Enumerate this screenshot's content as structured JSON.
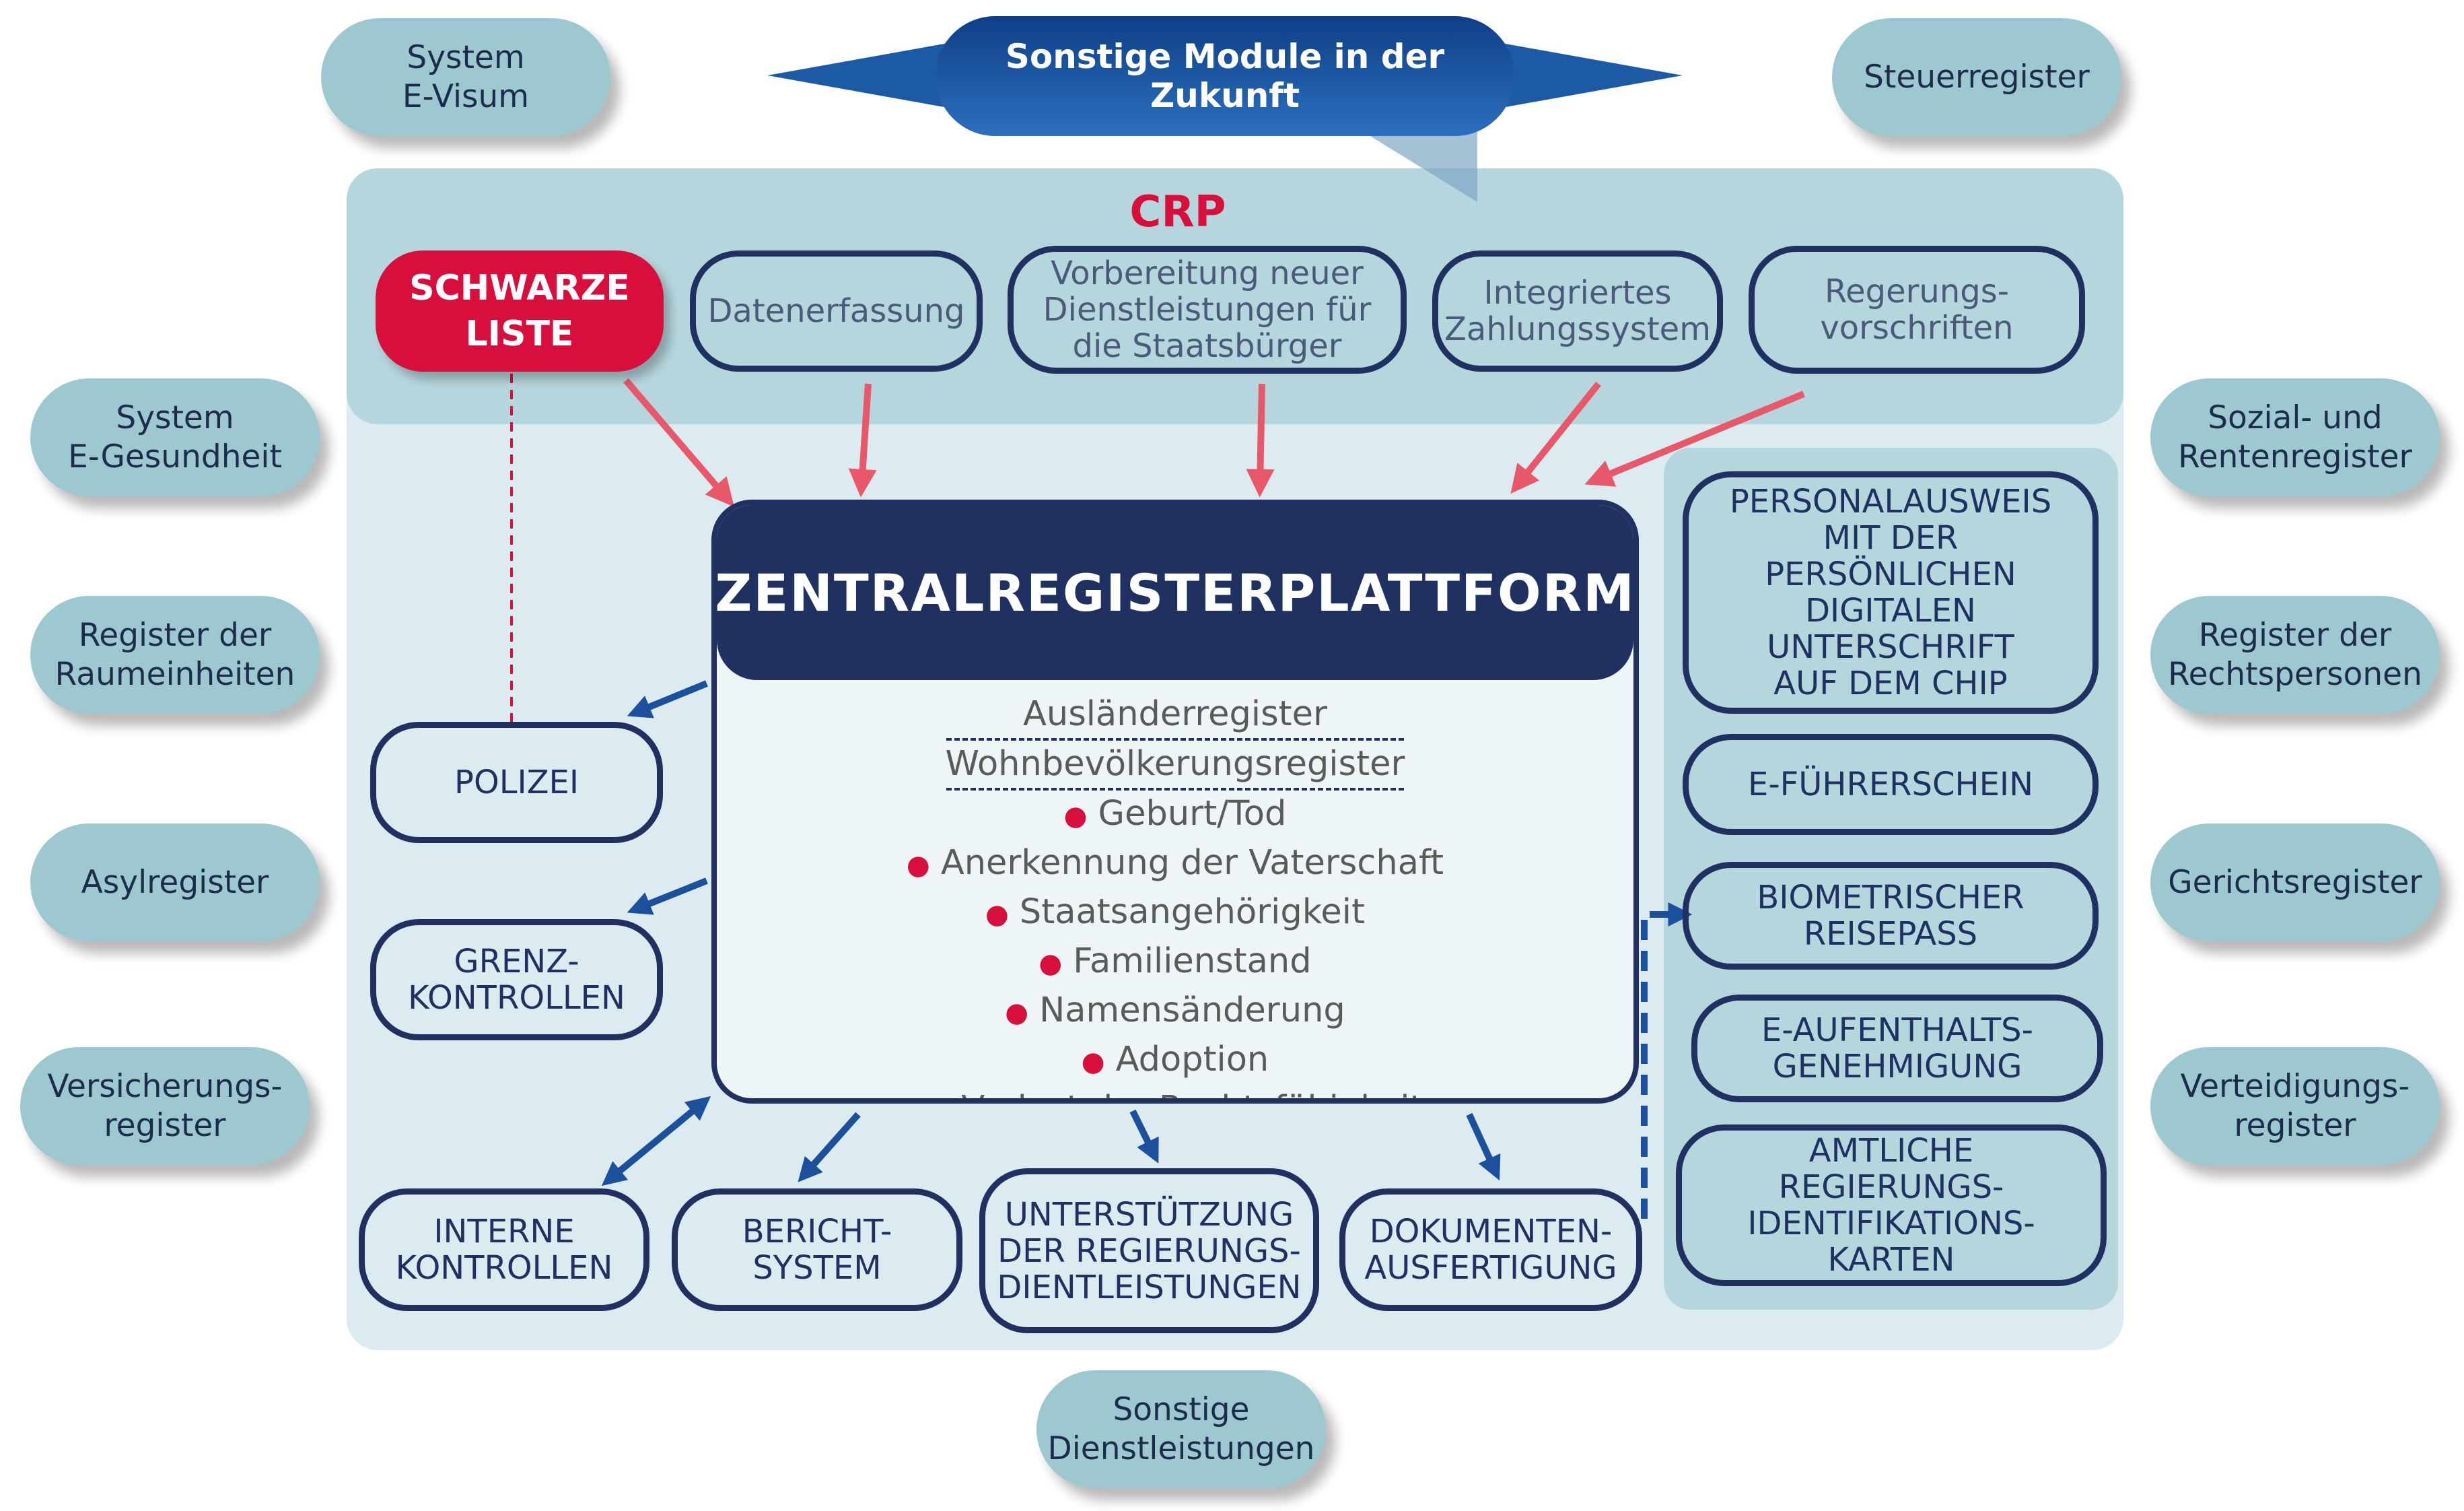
{
  "future": {
    "label": "Sonstige Module in der Zukunft"
  },
  "crp": {
    "label": "CRP"
  },
  "outer": {
    "system_evisum": "System\nE-Visum",
    "steuerregister": "Steuerregister",
    "system_egesundheit": "System\nE-Gesundheit",
    "register_raumeinheiten": "Register der\nRaumeinheiten",
    "asylregister": "Asylregister",
    "versicherungsregister": "Versicherungs-\nregister",
    "sozial_renten": "Sozial- und\nRentenregister",
    "register_rechtspersonen": "Register der\nRechtspersonen",
    "gerichtsregister": "Gerichtsregister",
    "verteidigungsregister": "Verteidigungs-\nregister",
    "sonstige_dienstleistungen": "Sonstige\nDienstleistungen"
  },
  "inputs": {
    "schwarze_liste": "SCHWARZE\nLISTE",
    "datenerfassung": "Datenerfassung",
    "vorbereitung": "Vorbereitung neuer\nDienstleistungen für\ndie Staatsbürger",
    "zahlungssystem": "Integriertes\nZahlungssystem",
    "vorschriften": "Regerungs-\nvorschriften"
  },
  "platform": {
    "title": "ZENTRALREGISTERPLATTFORM",
    "auslaender": "Ausländerregister",
    "wohnbevoelkerung": "Wohnbevölkerungsregister",
    "items": [
      "Geburt/Tod",
      "Anerkennung der Vaterschaft",
      "Staatsangehörigkeit",
      "Familienstand",
      "Namensänderung",
      "Adoption",
      "Verlust der Rechtsfähigkeit"
    ]
  },
  "outputs": {
    "polizei": "POLIZEI",
    "grenzkontrollen": "GRENZ-\nKONTROLLEN",
    "interne_kontrollen": "INTERNE\nKONTROLLEN",
    "berichtsystem": "BERICHT-\nSYSTEM",
    "unterstuetzung": "UNTERSTÜTZUNG\nDER REGIERUNGS-\nDIENTLEISTUNGEN",
    "dokumentenausfertigung": "DOKUMENTEN-\nAUSFERTIGUNG"
  },
  "documents": {
    "personalausweis": "PERSONALAUSWEIS\nMIT DER\nPERSÖNLICHEN\nDIGITALEN\nUNTERSCHRIFT\nAUF DEM CHIP",
    "efuehrerschein": "E-FÜHRERSCHEIN",
    "reisepass": "BIOMETRISCHER\nREISEPASS",
    "aufenthalt": "E-AUFENTHALTS-\nGENEHMIGUNG",
    "idkarten": "AMTLICHE\nREGIERUNGS-\nIDENTIFIKATIONS-\nKARTEN"
  },
  "colors": {
    "navy": "#203060",
    "red": "#d80f3c",
    "arrow_red": "#e8586a",
    "blue_arrow": "#1c4f9c",
    "teal": "#9dc8d0"
  }
}
